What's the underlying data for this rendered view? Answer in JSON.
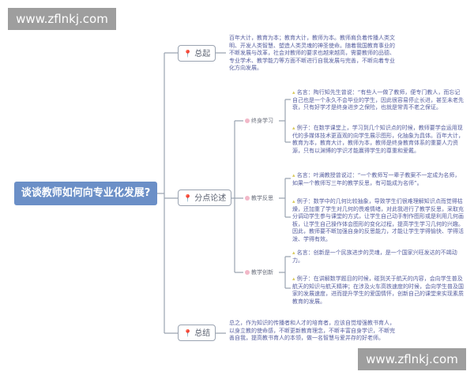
{
  "watermark": "www.zflnkj.com",
  "root": "谈谈教师如何向专业化发展?",
  "branches": [
    {
      "label": "总起",
      "icon": "pin-icon",
      "text": "百年大计，教育为本；教育大计，教师为本。教师肩负着传播人类文明、开发人类智慧、塑造人类灵魂的神圣使命。随着我国教育事业的不断发展与改革，社会对教师的要求也越来越高，需要教师的品德、专业学术、教学能力等方面不断进行自我发展与完善，不断向着专业化方向发展。"
    },
    {
      "label": "分点论述",
      "icon": "pin-icon",
      "children": [
        {
          "label": "终身学习",
          "items": [
            "名言：陶行知先生曾说：“有些人一做了教师，便专门教人，而忘记自己也是一个永久不会毕业的学生，因此很容易停止长进，甚至未老先衰，只有好学才是终身进步之保险，也就是常青不老之保证。",
            "例子：在数学课堂上，学习到几个知识点的时候，教师要学会运用现代的多媒体技术更直观的向学生展示图形，化抽象为具体。百年大计，教育为本，教育大计，教师为本，教师是终身教育体系的重要人力资源，只有以渊博的学识才能赢得学生的尊重和爱戴。"
          ]
        },
        {
          "label": "教学反思",
          "items": [
            "名言：叶澜教授曾说过：“一个教师写一辈子教案不一定成为名师，如果一个教师写三年的教学反思，有可能成为名师”。",
            "例子：数学中的几何比较抽象，导致学生们很难理解知识点而觉得枯燥，还加重了学生对几何的畏难情绪，对此我进行了教学反思，采取充分调动学生参与课堂的方式，让学生自己动手制作图形或是利用几何画板，让学生自己操作体会图形的变化过程，提高学生学习几何的兴趣。因此，教师要不断加强自身的反思能力，才能让学生学得愉快、学得活泼、学得有效。"
          ]
        },
        {
          "label": "教学创新",
          "items": [
            "名言：创新是一个民族进步的灵魂，是一个国家兴旺发达的不竭动力。",
            "例子：在讲解数学题目的时候，碰到关于航天的内容，会向学生普及航天的知识与航天精神；在涉及火车高铁速度的时候，会向学生普及国家的发展速度，进而提升学生的爱国情怀，创新自己的课堂来实现素质教育的发展。"
          ]
        }
      ]
    },
    {
      "label": "总结",
      "icon": "pin-icon",
      "text": "总之，作为知识的传播者和人才的培育者，应该自觉增强教书育人，以身立教的使命感，不断更新教育理念，不断丰富自身学识，不断完善自我，提高教书育人的本领，做一名智慧与爱并存的好老师。"
    }
  ],
  "colors": {
    "root": "#6b8fc7",
    "line": "#9aa3b1",
    "pin": "#d46a7e",
    "text": "#5860a0"
  }
}
